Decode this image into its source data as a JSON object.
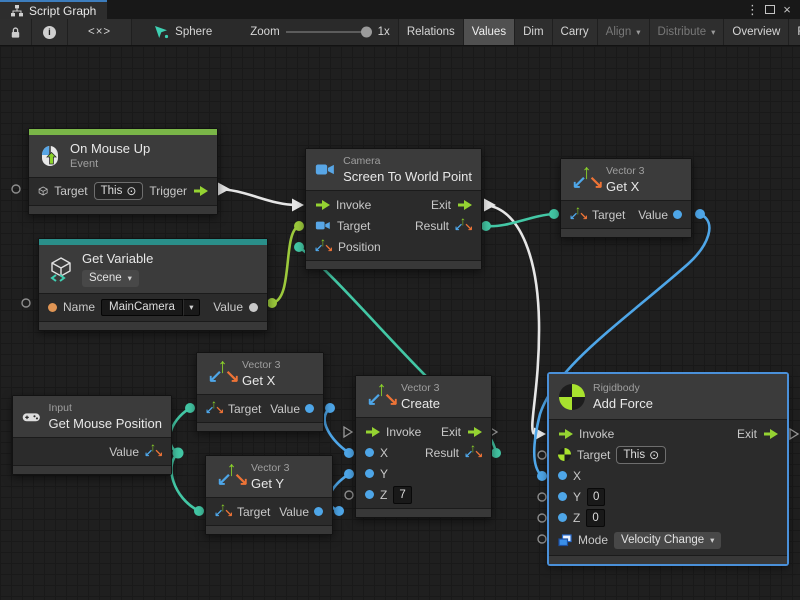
{
  "ui": {
    "tab_title": "Script Graph",
    "menu_icon": "⋮",
    "close_icon": "×",
    "info_glyph": "i",
    "code_button": "<×>",
    "dropdown_arrow": "▾",
    "target_self_icon": "⊙",
    "colors": {
      "event_green": "#7ab648",
      "variable_teal": "#2a8f8a",
      "selection_blue": "#4a90d9",
      "wire_white": "#e6e6e6",
      "wire_blue": "#4ea6e8",
      "wire_teal": "#43c7a5",
      "wire_lime": "#9cc93c",
      "port_orange": "#e09554"
    }
  },
  "toolbar": {
    "sphere_label": "Sphere",
    "zoom_label": "Zoom",
    "zoom_value": "1x",
    "buttons": [
      {
        "label": "Relations",
        "active": false,
        "disabled": false,
        "dropdown": false
      },
      {
        "label": "Values",
        "active": true,
        "disabled": false,
        "dropdown": false
      },
      {
        "label": "Dim",
        "active": false,
        "disabled": false,
        "dropdown": false
      },
      {
        "label": "Carry",
        "active": false,
        "disabled": false,
        "dropdown": false
      },
      {
        "label": "Align",
        "active": false,
        "disabled": true,
        "dropdown": true
      },
      {
        "label": "Distribute",
        "active": false,
        "disabled": true,
        "dropdown": true
      },
      {
        "label": "Overview",
        "active": false,
        "disabled": false,
        "dropdown": false
      },
      {
        "label": "Full Screen",
        "active": false,
        "disabled": false,
        "dropdown": false
      }
    ]
  },
  "nodes": {
    "on_mouse_up": {
      "title": "On Mouse Up",
      "subtitle": "Event",
      "target_label": "Target",
      "target_value": "This",
      "trigger_label": "Trigger"
    },
    "get_variable": {
      "title": "Get Variable",
      "scope": "Scene",
      "name_label": "Name",
      "name_value": "MainCamera",
      "value_label": "Value"
    },
    "screen_to_world": {
      "category": "Camera",
      "title": "Screen To World Point",
      "invoke_label": "Invoke",
      "exit_label": "Exit",
      "target_label": "Target",
      "result_label": "Result",
      "position_label": "Position"
    },
    "get_x_top": {
      "category": "Vector 3",
      "title": "Get X",
      "target_label": "Target",
      "value_label": "Value"
    },
    "get_x_mid": {
      "category": "Vector 3",
      "title": "Get X",
      "target_label": "Target",
      "value_label": "Value"
    },
    "get_y": {
      "category": "Vector 3",
      "title": "Get Y",
      "target_label": "Target",
      "value_label": "Value"
    },
    "get_mouse_position": {
      "category": "Input",
      "title": "Get Mouse Position",
      "value_label": "Value"
    },
    "vector3_create": {
      "category": "Vector 3",
      "title": "Create",
      "invoke_label": "Invoke",
      "exit_label": "Exit",
      "x_label": "X",
      "y_label": "Y",
      "z_label": "Z",
      "z_value": "7",
      "result_label": "Result"
    },
    "add_force": {
      "category": "Rigidbody",
      "title": "Add Force",
      "invoke_label": "Invoke",
      "exit_label": "Exit",
      "target_label": "Target",
      "target_value": "This",
      "x_label": "X",
      "y_label": "Y",
      "y_value": "0",
      "z_label": "Z",
      "z_value": "0",
      "mode_label": "Mode",
      "mode_value": "Velocity Change"
    }
  }
}
